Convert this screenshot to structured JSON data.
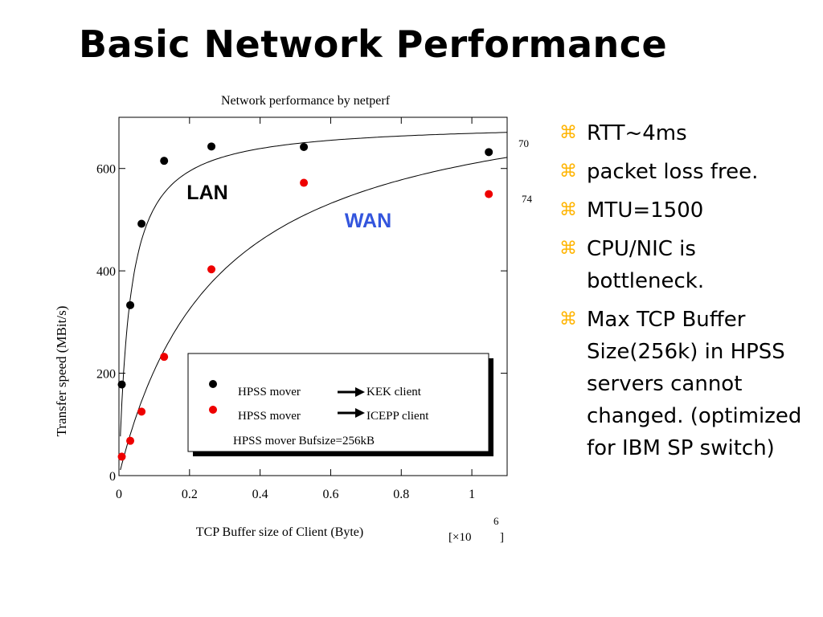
{
  "slide": {
    "title": "Basic Network Performance"
  },
  "bullets": {
    "mark": "⌘",
    "items": [
      "RTT~4ms",
      "packet loss free.",
      "MTU=1500",
      "CPU/NIC is bottleneck.",
      "Max TCP Buffer Size(256k)  in HPSS servers cannot changed. (optimized for IBM SP switch)"
    ]
  },
  "chart_data": {
    "type": "scatter",
    "title": "Network performance by netperf",
    "xlabel": "TCP Buffer size of Client (Byte)",
    "x_multiplier": "[×10",
    "x_multiplier_exp": "6",
    "x_multiplier_close": "]",
    "ylabel": "Transfer speed (MBit/s)",
    "xlim": [
      0,
      1.1
    ],
    "ylim": [
      0,
      700
    ],
    "x_ticks": [
      "0",
      "0.2",
      "0.4",
      "0.6",
      "0.8",
      "1"
    ],
    "y_ticks": [
      "0",
      "200",
      "400",
      "600"
    ],
    "grid": false,
    "legend_position": "bottom-right",
    "curve_labels": [
      "LAN",
      "WAN"
    ],
    "curve_label_colors": [
      "#000000",
      "#3355dd"
    ],
    "edge_labels": [
      "70",
      "74"
    ],
    "series": [
      {
        "name": "HPSS mover",
        "legend_target": "KEK client",
        "color": "#000000",
        "x": [
          0.008,
          0.032,
          0.064,
          0.128,
          0.262,
          0.524,
          1.048
        ],
        "y": [
          178,
          333,
          492,
          615,
          643,
          642,
          632
        ]
      },
      {
        "name": "HPSS mover",
        "legend_target": "ICEPP client",
        "color": "#ee0000",
        "x": [
          0.008,
          0.032,
          0.064,
          0.128,
          0.262,
          0.524,
          1.048
        ],
        "y": [
          37,
          68,
          125,
          232,
          403,
          572,
          550
        ]
      }
    ],
    "legend_note": "HPSS mover Bufsize=256kB",
    "fits": [
      {
        "label": "LAN",
        "vmax": 690,
        "k": 0.032,
        "x_start": 0.004
      },
      {
        "label": "WAN",
        "vmax": 780,
        "k": 0.28,
        "x_start": 0.004
      }
    ]
  }
}
